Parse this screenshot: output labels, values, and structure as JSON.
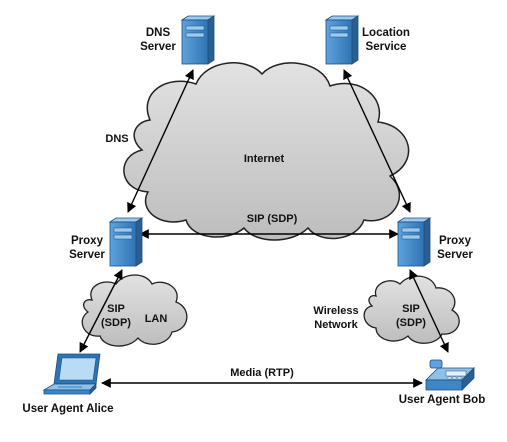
{
  "nodes": {
    "dns_server": {
      "line1": "DNS",
      "line2": "Server"
    },
    "location_service": {
      "line1": "Location",
      "line2": "Service"
    },
    "proxy_left": {
      "line1": "Proxy",
      "line2": "Server"
    },
    "proxy_right": {
      "line1": "Proxy",
      "line2": "Server"
    },
    "alice": {
      "label": "User Agent Alice"
    },
    "bob": {
      "label": "User Agent Bob"
    }
  },
  "clouds": {
    "internet": {
      "label": "Internet"
    },
    "lan": {
      "line1": "SIP",
      "line2": "(SDP)",
      "label": "LAN"
    },
    "wireless": {
      "line1": "SIP",
      "line2": "(SDP)",
      "label_line1": "Wireless",
      "label_line2": "Network"
    }
  },
  "links": {
    "dns": "DNS",
    "sip_sdp": "SIP (SDP)",
    "media": "Media (RTP)"
  },
  "colors": {
    "cloud_fill": "#cfcfcf",
    "cloud_stroke": "#222222",
    "server_front": "#3f86c6",
    "server_side": "#2a5f94",
    "server_top": "#8fc0e8"
  }
}
